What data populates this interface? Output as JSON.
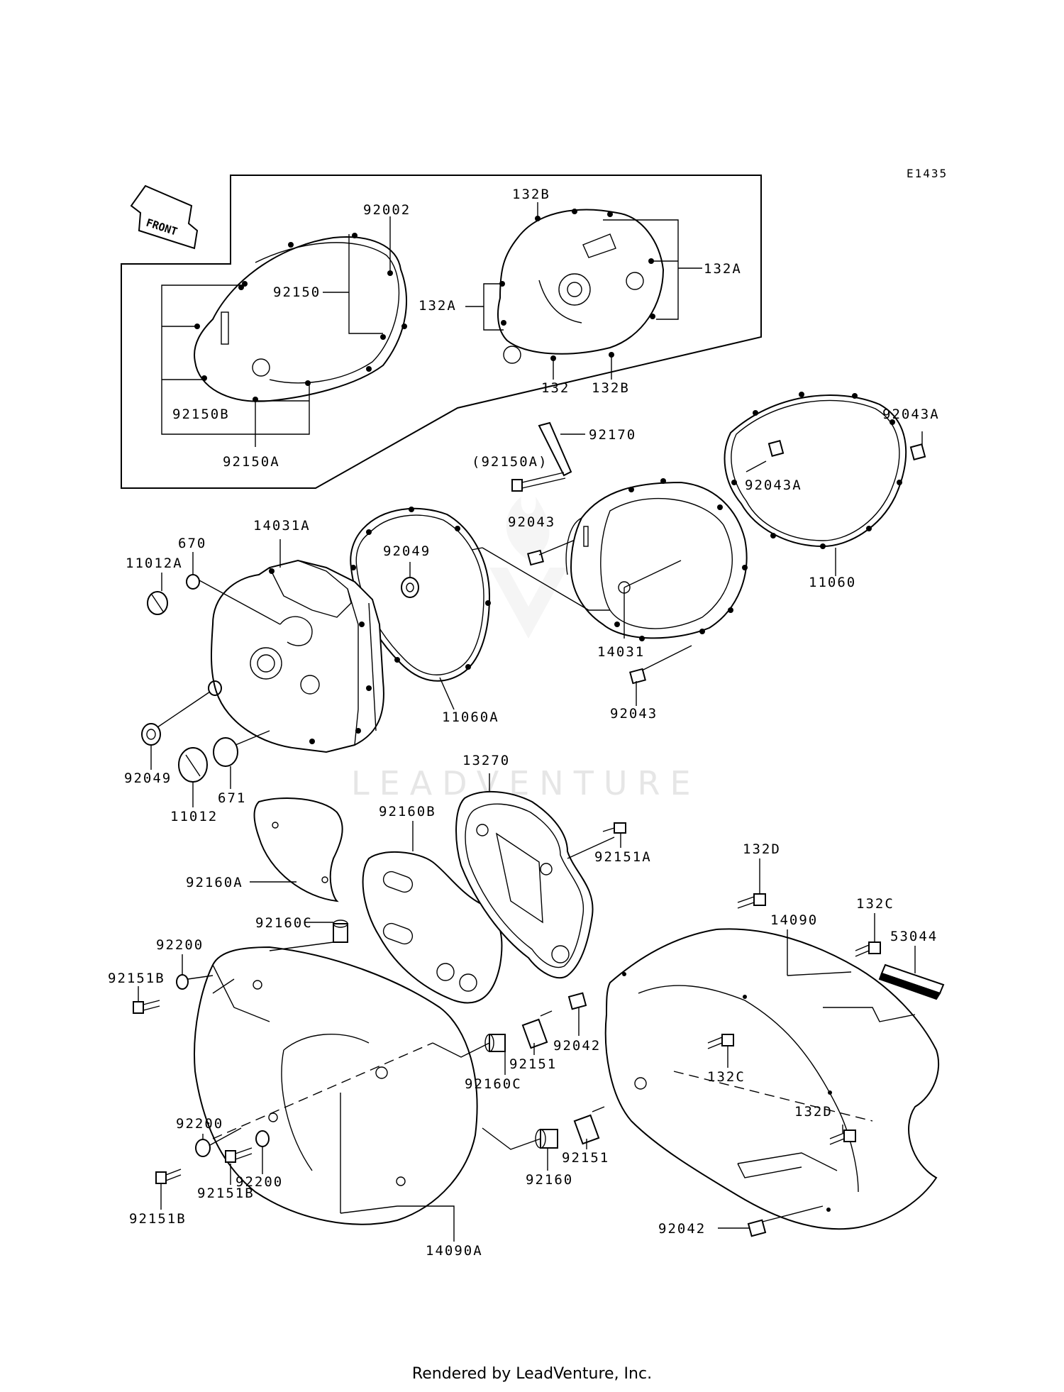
{
  "diagram_code": "E1435",
  "front_arrow_label": "FRONT",
  "watermark": "LEADVENTURE",
  "footer": "Rendered by LeadVenture, Inc.",
  "labels": {
    "p92002": "92002",
    "p92150": "92150",
    "p92150B": "92150B",
    "p92150A": "92150A",
    "p132B_top": "132B",
    "p132A_right": "132A",
    "p132A_left": "132A",
    "p132": "132",
    "p132B_bottom": "132B",
    "p92170": "92170",
    "p92150A_paren": "(92150A)",
    "p92043_upper": "92043",
    "p92043A_right": "92043A",
    "p92043A_mid": "92043A",
    "p11060": "11060",
    "p14031A": "14031A",
    "p670": "670",
    "p11012A": "11012A",
    "p92049_top": "92049",
    "p11060A": "11060A",
    "p14031": "14031",
    "p92043_lower": "92043",
    "p92049_bottom": "92049",
    "p11012": "11012",
    "p671": "671",
    "p13270": "13270",
    "p92160B": "92160B",
    "p92151A": "92151A",
    "p92160A": "92160A",
    "p132D_top": "132D",
    "p14090": "14090",
    "p132C_top": "132C",
    "p53044": "53044",
    "p92160C_top": "92160C",
    "p92200_top": "92200",
    "p92151B_top": "92151B",
    "p92042_mid": "92042",
    "p92151_mid": "92151",
    "p92160C_mid": "92160C",
    "p132C_mid": "132C",
    "p132D_mid": "132D",
    "p92200_mid": "92200",
    "p92151B_mid": "92151B",
    "p92200_low": "92200",
    "p92160": "92160",
    "p92151_low": "92151",
    "p92151B_bottom": "92151B",
    "p14090A": "14090A",
    "p92042_bottom": "92042"
  }
}
